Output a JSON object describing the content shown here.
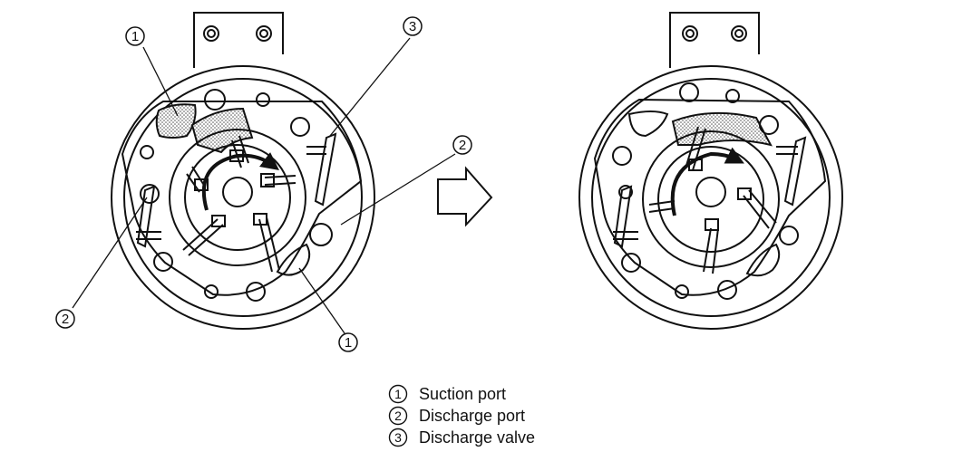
{
  "callouts": {
    "left_suction_top": "1",
    "left_discharge_valve": "3",
    "left_discharge_port_right": "2",
    "left_discharge_port_bottom": "2",
    "left_suction_bottom": "1"
  },
  "legend": [
    {
      "num": "1",
      "label": "Suction port"
    },
    {
      "num": "2",
      "label": "Discharge port"
    },
    {
      "num": "3",
      "label": "Discharge valve"
    }
  ],
  "colors": {
    "ink": "#111111",
    "stipple": "#b5b5b5",
    "background": "#ffffff"
  }
}
